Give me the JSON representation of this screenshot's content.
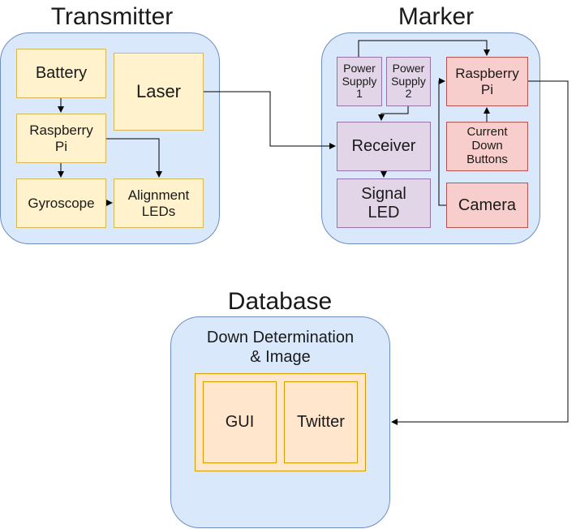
{
  "titles": {
    "transmitter": "Transmitter",
    "marker": "Marker",
    "database": "Database"
  },
  "transmitter": {
    "battery": "Battery",
    "laser": "Laser",
    "raspberry_pi": "Raspberry\nPi",
    "gyroscope": "Gyroscope",
    "alignment_leds": "Alignment\nLEDs"
  },
  "marker": {
    "power_supply_1": "Power\nSupply\n1",
    "power_supply_2": "Power\nSupply\n2",
    "raspberry_pi": "Raspberry\nPi",
    "receiver": "Receiver",
    "current_down_buttons": "Current\nDown\nButtons",
    "signal_led": "Signal\nLED",
    "camera": "Camera"
  },
  "database": {
    "heading": "Down Determination\n& Image",
    "gui": "GUI",
    "twitter": "Twitter"
  },
  "colors": {
    "group_fill": "#dae8fc",
    "group_stroke": "#6c8ebf",
    "yellow_fill": "#fff2cc",
    "purple_fill": "#e1d5e7",
    "red_fill": "#f8cecc",
    "orange_fill": "#ffe6cc"
  }
}
